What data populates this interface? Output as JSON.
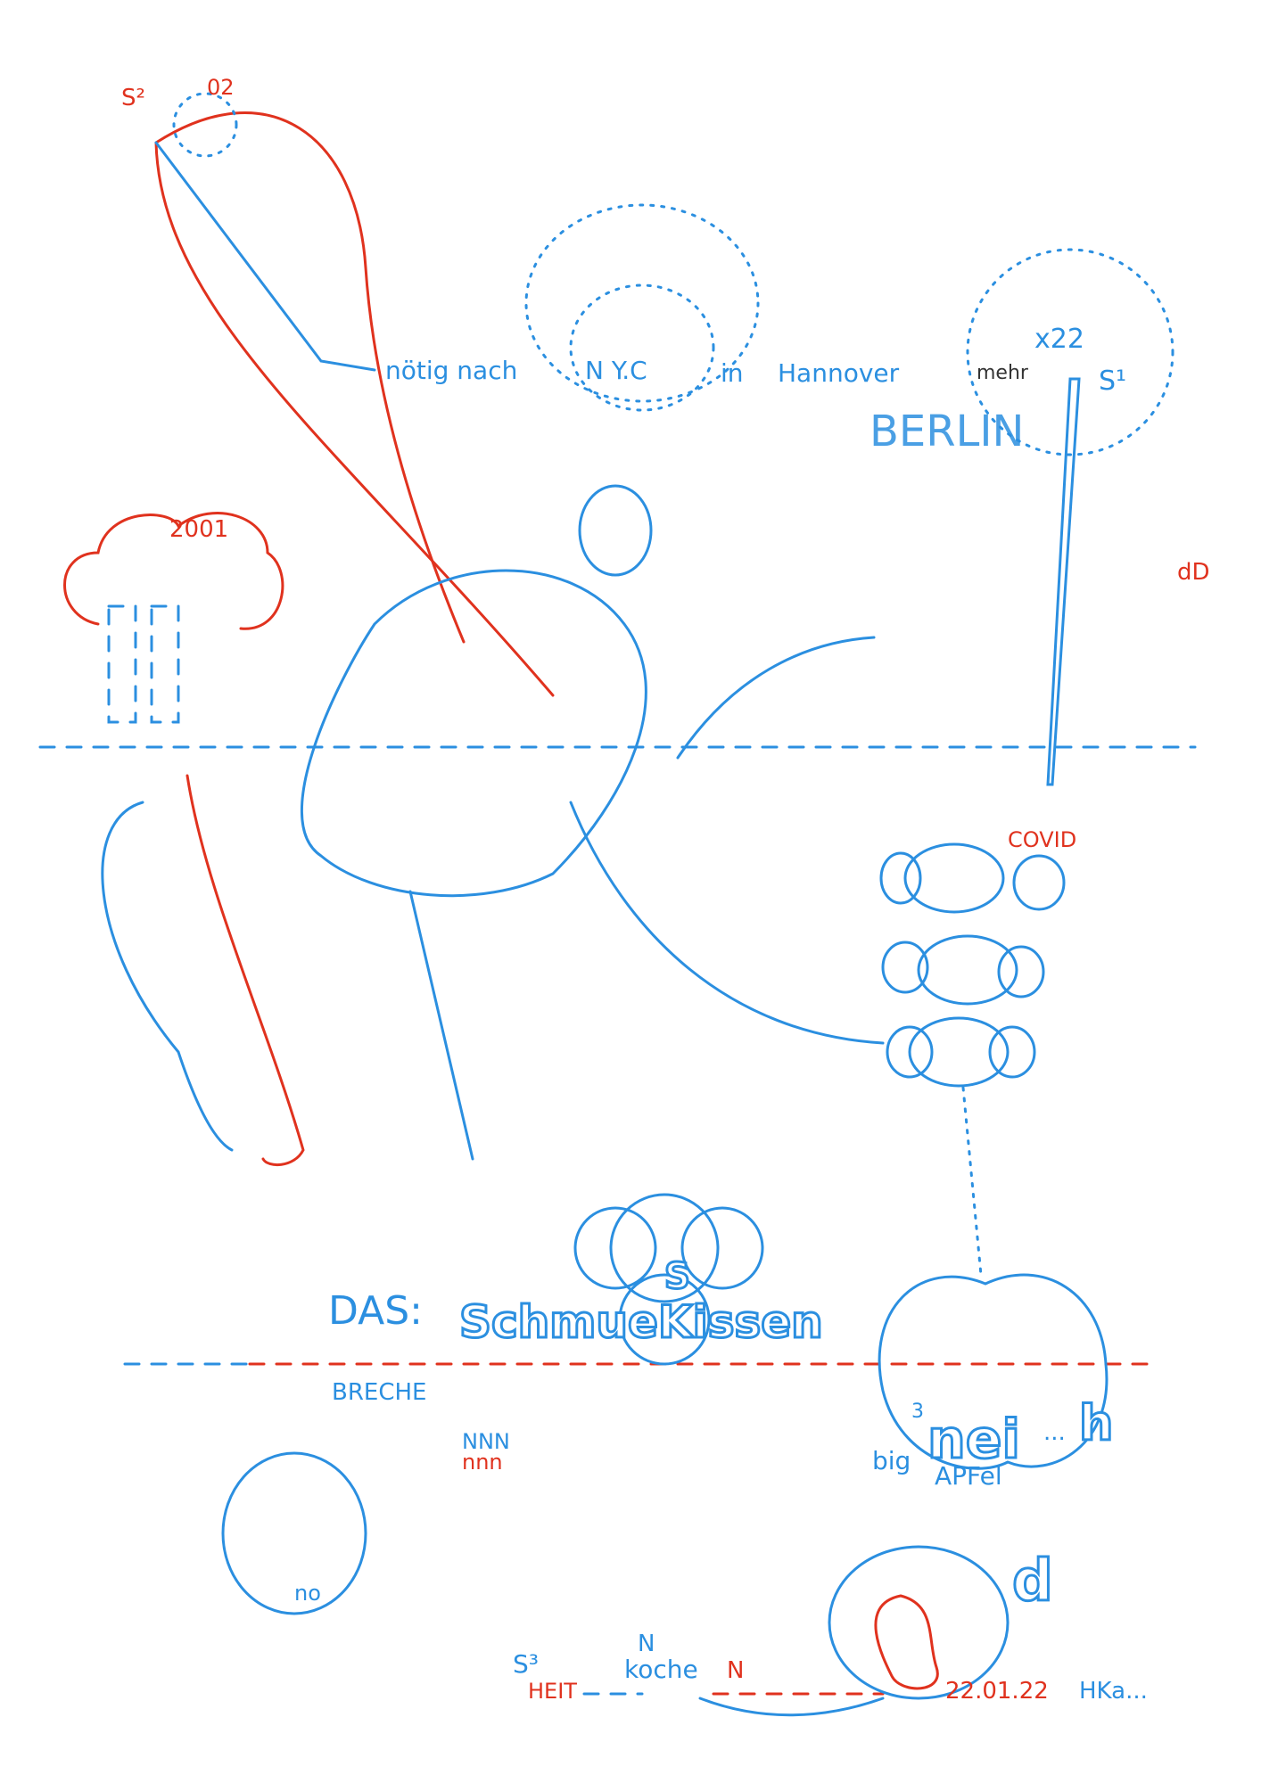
{
  "colors": {
    "blue_ink": "#2b8fe0",
    "red_ink": "#e0321e",
    "paper": "#ffffff"
  },
  "labels": {
    "s2": "S²",
    "o2": "02",
    "noetig_nach": "nötig nach",
    "nyc": "N Y.C",
    "in": "in",
    "hannover": "Hannover",
    "berlin": "BERLIN",
    "mehr": "mehr",
    "x22": "x22",
    "s1": "S¹",
    "year_2001": "2001",
    "dd": "dD",
    "covid": "COVID",
    "das": "DAS:",
    "schmuekissen": "SchmueKissen",
    "s_top": "S",
    "breche": "BRECHE",
    "nnn_upper": "NNN",
    "nnn_lower": "nnn",
    "no": "no",
    "superscript_3": "3",
    "nei": "nei",
    "h": "h",
    "ellipsis": "...",
    "big": "big",
    "apfel": "APFel",
    "d": "d",
    "s3": "S³",
    "heit": "HEIT",
    "n_upper": "N",
    "koche": "koche",
    "n_right": "N",
    "date": "22.01.22",
    "signature": "HKa..."
  }
}
